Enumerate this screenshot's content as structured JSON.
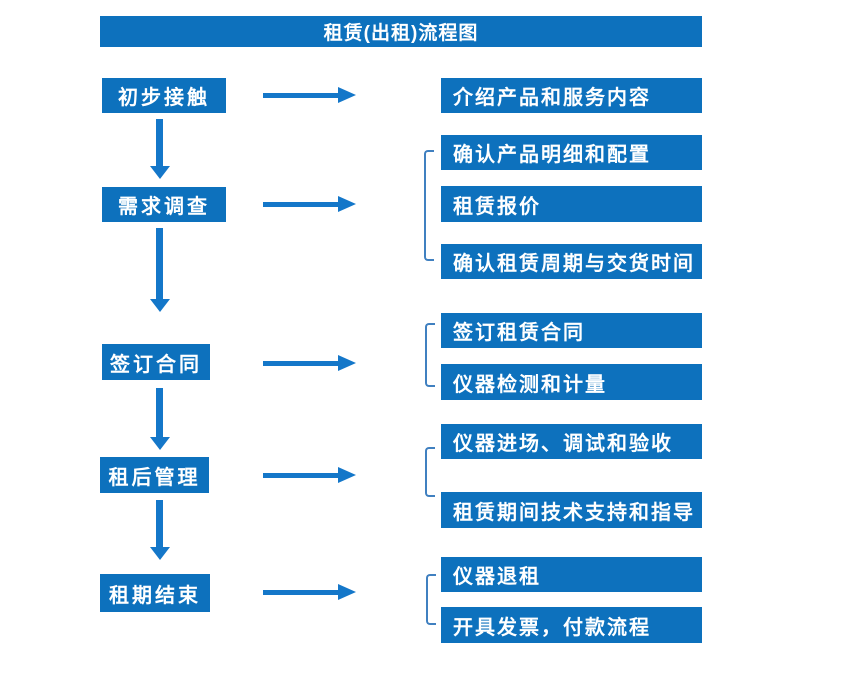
{
  "page": {
    "title": "租赁(出租)流程图"
  },
  "colors": {
    "box_fill": "#0d71bd",
    "arrow": "#1477c9",
    "bracket": "#4080c0",
    "text": "#ffffff",
    "background": "#ffffff"
  },
  "stages": [
    {
      "label": "初步接触",
      "details": [
        "介绍产品和服务内容"
      ]
    },
    {
      "label": "需求调查",
      "details": [
        "确认产品明细和配置",
        "租赁报价",
        "确认租赁周期与交货时间"
      ]
    },
    {
      "label": "签订合同",
      "details": [
        "签订租赁合同",
        "仪器检测和计量"
      ]
    },
    {
      "label": "租后管理",
      "details": [
        "仪器进场、调试和验收",
        "租赁期间技术支持和指导"
      ]
    },
    {
      "label": "租期结束",
      "details": [
        "仪器退租",
        "开具发票，付款流程"
      ]
    }
  ]
}
